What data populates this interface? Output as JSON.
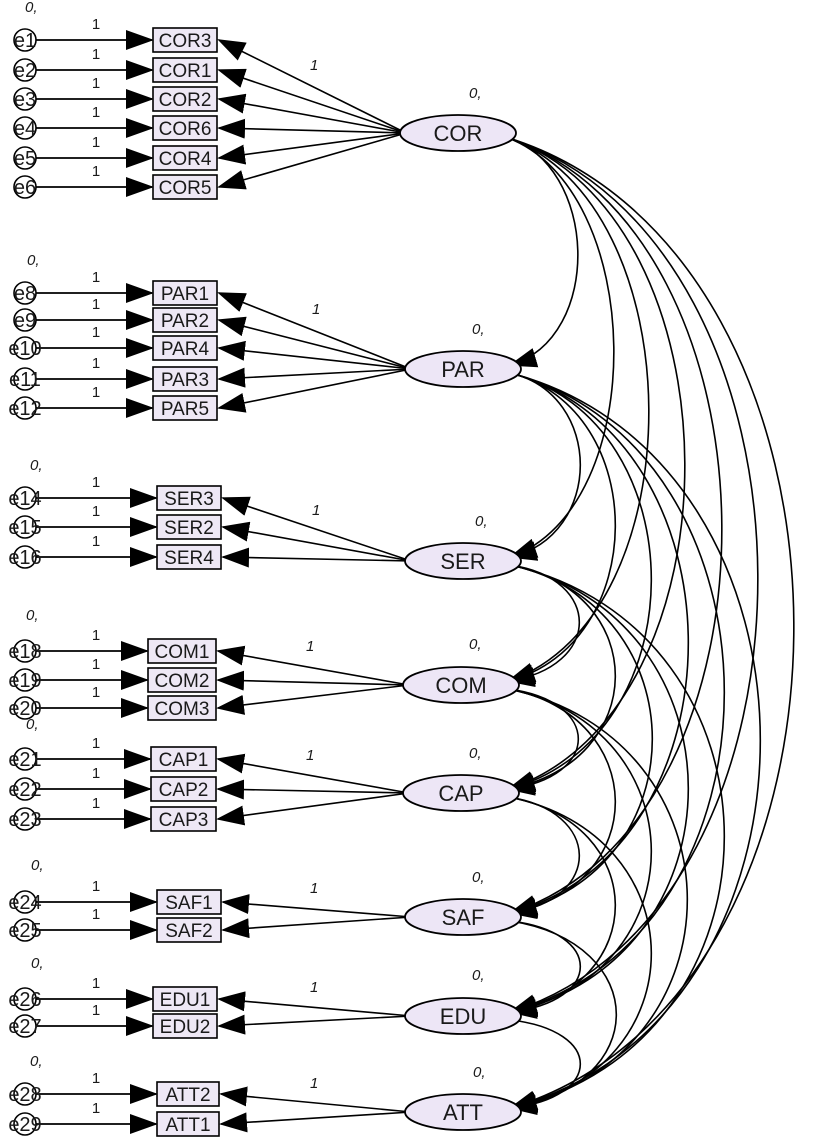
{
  "diagram": {
    "variance_label": "0,",
    "path_label": "1",
    "colors": {
      "latent_fill": "#ede6f6",
      "indicator_fill": "#eee8f5",
      "stroke": "#000000",
      "text": "#1a1a1a"
    },
    "latents": [
      {
        "id": "COR",
        "label": "COR",
        "indicators": [
          {
            "label": "COR3",
            "error": "e1"
          },
          {
            "label": "COR1",
            "error": "e2"
          },
          {
            "label": "COR2",
            "error": "e3"
          },
          {
            "label": "COR6",
            "error": "e4"
          },
          {
            "label": "COR4",
            "error": "e5"
          },
          {
            "label": "COR5",
            "error": "e6"
          }
        ]
      },
      {
        "id": "PAR",
        "label": "PAR",
        "indicators": [
          {
            "label": "PAR1",
            "error": "e8"
          },
          {
            "label": "PAR2",
            "error": "e9"
          },
          {
            "label": "PAR4",
            "error": "e10"
          },
          {
            "label": "PAR3",
            "error": "e11"
          },
          {
            "label": "PAR5",
            "error": "e12"
          }
        ]
      },
      {
        "id": "SER",
        "label": "SER",
        "indicators": [
          {
            "label": "SER3",
            "error": "e14"
          },
          {
            "label": "SER2",
            "error": "e15"
          },
          {
            "label": "SER4",
            "error": "e16"
          }
        ]
      },
      {
        "id": "COM",
        "label": "COM",
        "indicators": [
          {
            "label": "COM1",
            "error": "e18"
          },
          {
            "label": "COM2",
            "error": "e19"
          },
          {
            "label": "COM3",
            "error": "e20"
          }
        ]
      },
      {
        "id": "CAP",
        "label": "CAP",
        "indicators": [
          {
            "label": "CAP1",
            "error": "e21"
          },
          {
            "label": "CAP2",
            "error": "e22"
          },
          {
            "label": "CAP3",
            "error": "e23"
          }
        ]
      },
      {
        "id": "SAF",
        "label": "SAF",
        "indicators": [
          {
            "label": "SAF1",
            "error": "e24"
          },
          {
            "label": "SAF2",
            "error": "e25"
          }
        ]
      },
      {
        "id": "EDU",
        "label": "EDU",
        "indicators": [
          {
            "label": "EDU1",
            "error": "e26"
          },
          {
            "label": "EDU2",
            "error": "e27"
          }
        ]
      },
      {
        "id": "ATT",
        "label": "ATT",
        "indicators": [
          {
            "label": "ATT2",
            "error": "e28"
          },
          {
            "label": "ATT1",
            "error": "e29"
          }
        ]
      }
    ]
  }
}
